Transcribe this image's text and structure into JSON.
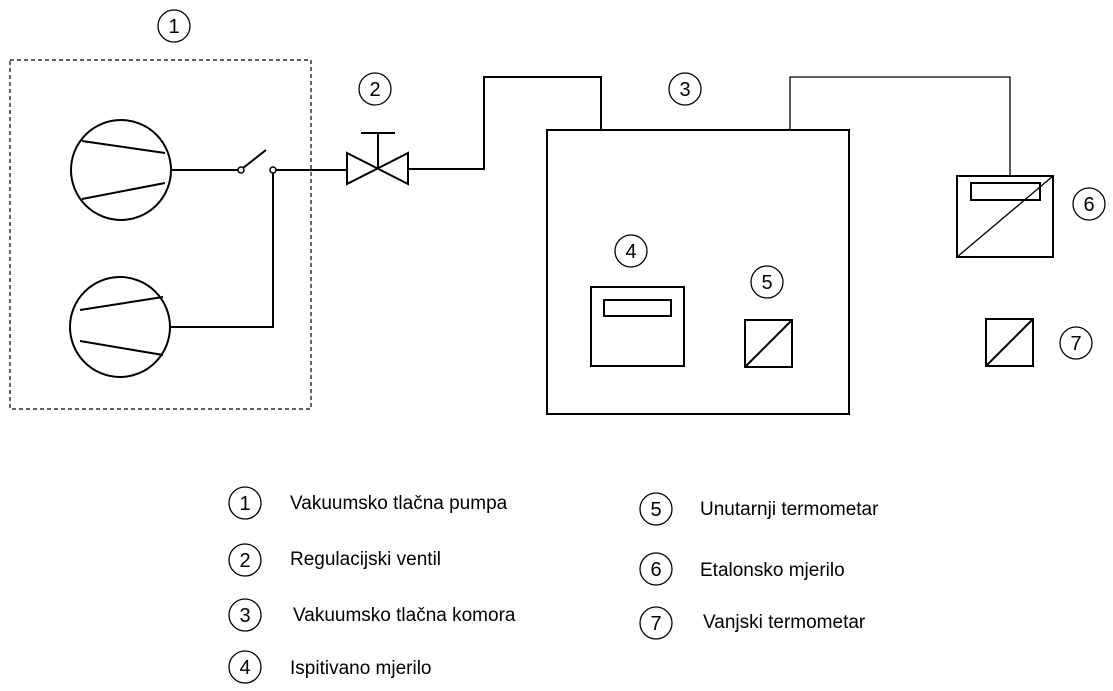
{
  "markers": {
    "m1": "1",
    "m2": "2",
    "m3": "3",
    "m4": "4",
    "m5": "5",
    "m6": "6",
    "m7": "7"
  },
  "legend": {
    "items": [
      {
        "num": "1",
        "label": "Vakuumsko tlačna pumpa"
      },
      {
        "num": "2",
        "label": "Regulacijski ventil"
      },
      {
        "num": "3",
        "label": "Vakuumsko tlačna komora"
      },
      {
        "num": "4",
        "label": "Ispitivano mjerilo"
      },
      {
        "num": "5",
        "label": "Unutarnji termometar"
      },
      {
        "num": "6",
        "label": "Etalonsko mjerilo"
      },
      {
        "num": "7",
        "label": "Vanjski termometar"
      }
    ]
  }
}
